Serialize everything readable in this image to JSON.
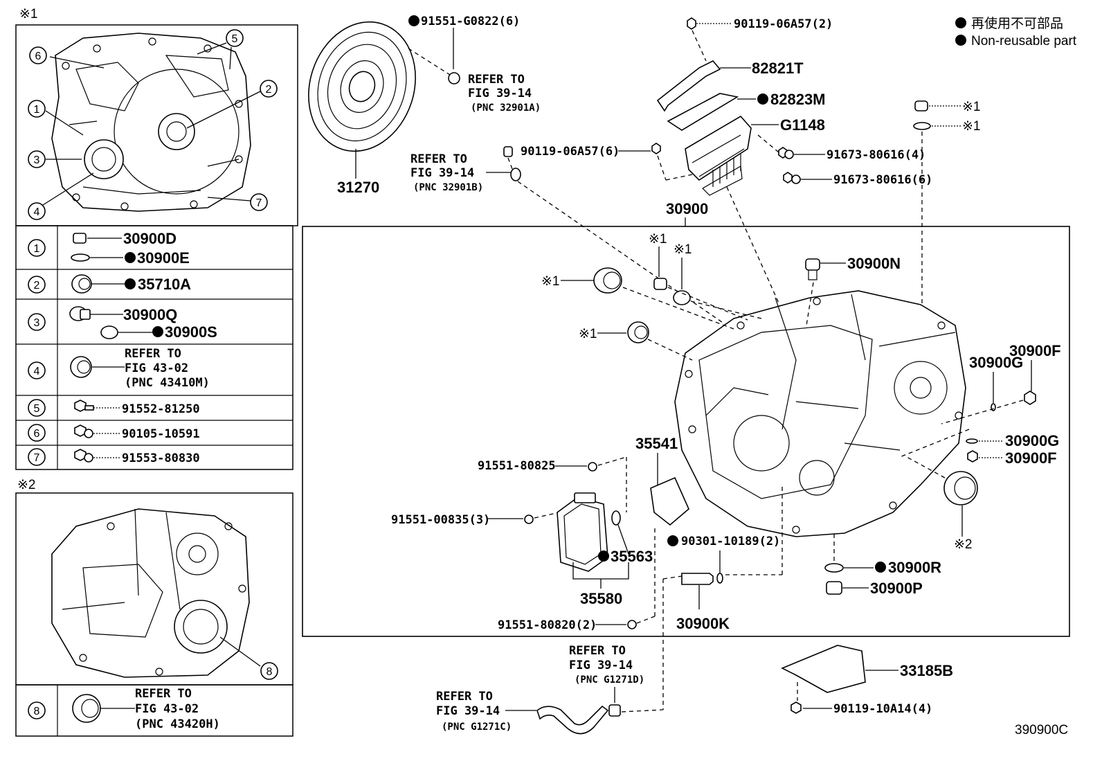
{
  "legend": {
    "jp": "再使用不可部品",
    "en": "Non-reusable part"
  },
  "figure_code": "390900C",
  "sections": {
    "s1": "※1",
    "s2": "※2"
  },
  "detail_rows": [
    {
      "num": "1",
      "parts": [
        "30900D",
        "30900E"
      ]
    },
    {
      "num": "2",
      "parts": [
        "35710A"
      ]
    },
    {
      "num": "3",
      "parts": [
        "30900Q",
        "30900S"
      ]
    },
    {
      "num": "4",
      "refer": [
        "REFER TO",
        "FIG 43-02",
        "(PNC 43410M)"
      ]
    },
    {
      "num": "5",
      "parts": [
        "91552-81250"
      ]
    },
    {
      "num": "6",
      "parts": [
        "90105-10591"
      ]
    },
    {
      "num": "7",
      "parts": [
        "91553-80830"
      ]
    },
    {
      "num": "8",
      "refer": [
        "REFER TO",
        "FIG 43-02",
        "(PNC 43420H)"
      ]
    }
  ],
  "callouts": {
    "c1": "1",
    "c2": "2",
    "c3": "3",
    "c4": "4",
    "c5": "5",
    "c6": "6",
    "c7": "7",
    "c8": "8"
  },
  "labels": {
    "p91551_G0822": "91551-G0822(6)",
    "refer_a": [
      "REFER TO",
      "FIG 39-14",
      "(PNC 32901A)"
    ],
    "refer_b": [
      "REFER TO",
      "FIG 39-14",
      "(PNC 32901B)"
    ],
    "refer_d": [
      "REFER TO",
      "FIG 39-14",
      "(PNC G1271D)"
    ],
    "refer_c": [
      "REFER TO",
      "FIG 39-14",
      "(PNC G1271C)"
    ],
    "p31270": "31270",
    "p90119_06A57_top": "90119-06A57(2)",
    "p82821T": "82821T",
    "p82823M": "82823M",
    "pG1148": "G1148",
    "p90119_06A57_mid": "90119-06A57(6)",
    "p91673_80616_4": "91673-80616(4)",
    "p91673_80616_6": "91673-80616(6)",
    "p30900": "30900",
    "star1": "※1",
    "star2": "※2",
    "p30900N": "30900N",
    "p30900F": "30900F",
    "p30900G": "30900G",
    "p35541": "35541",
    "p91551_80825": "91551-80825",
    "p91551_00835": "91551-00835(3)",
    "p35563": "35563",
    "p35580": "35580",
    "p90301_10189": "90301-10189(2)",
    "p91551_80820": "91551-80820(2)",
    "p30900K": "30900K",
    "p30900R": "30900R",
    "p30900P": "30900P",
    "p33185B": "33185B",
    "p90119_10A14": "90119-10A14(4)"
  }
}
